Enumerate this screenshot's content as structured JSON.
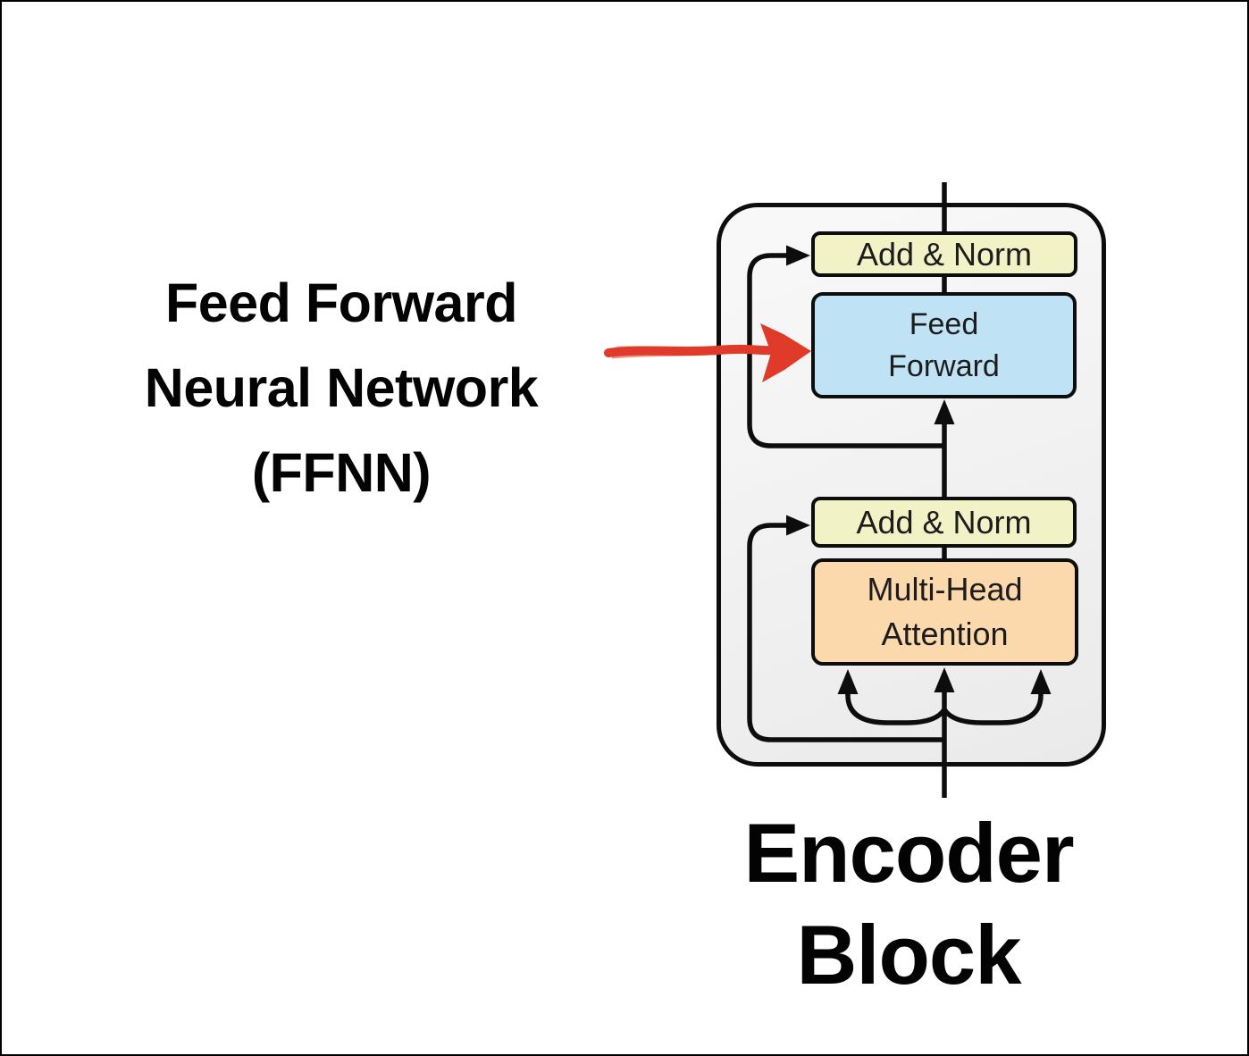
{
  "annotation": {
    "line1": "Feed Forward",
    "line2": "Neural Network",
    "line3": "(FFNN)"
  },
  "encoder_block": {
    "add_norm_top": {
      "label": "Add & Norm",
      "color": "#f1f2c6"
    },
    "feed_forward": {
      "line1": "Feed",
      "line2": "Forward",
      "color": "#bfe3f4"
    },
    "add_norm_bottom": {
      "label": "Add & Norm",
      "color": "#f1f2c6"
    },
    "multi_head_attention": {
      "line1": "Multi-Head",
      "line2": "Attention",
      "color": "#fbd9ad"
    }
  },
  "caption": {
    "line1": "Encoder",
    "line2": "Block"
  },
  "colors": {
    "line": "#0d0d0d",
    "red_arrow": "#e03a2a",
    "container_fill": "#f1f1f1",
    "text": "#030303"
  }
}
